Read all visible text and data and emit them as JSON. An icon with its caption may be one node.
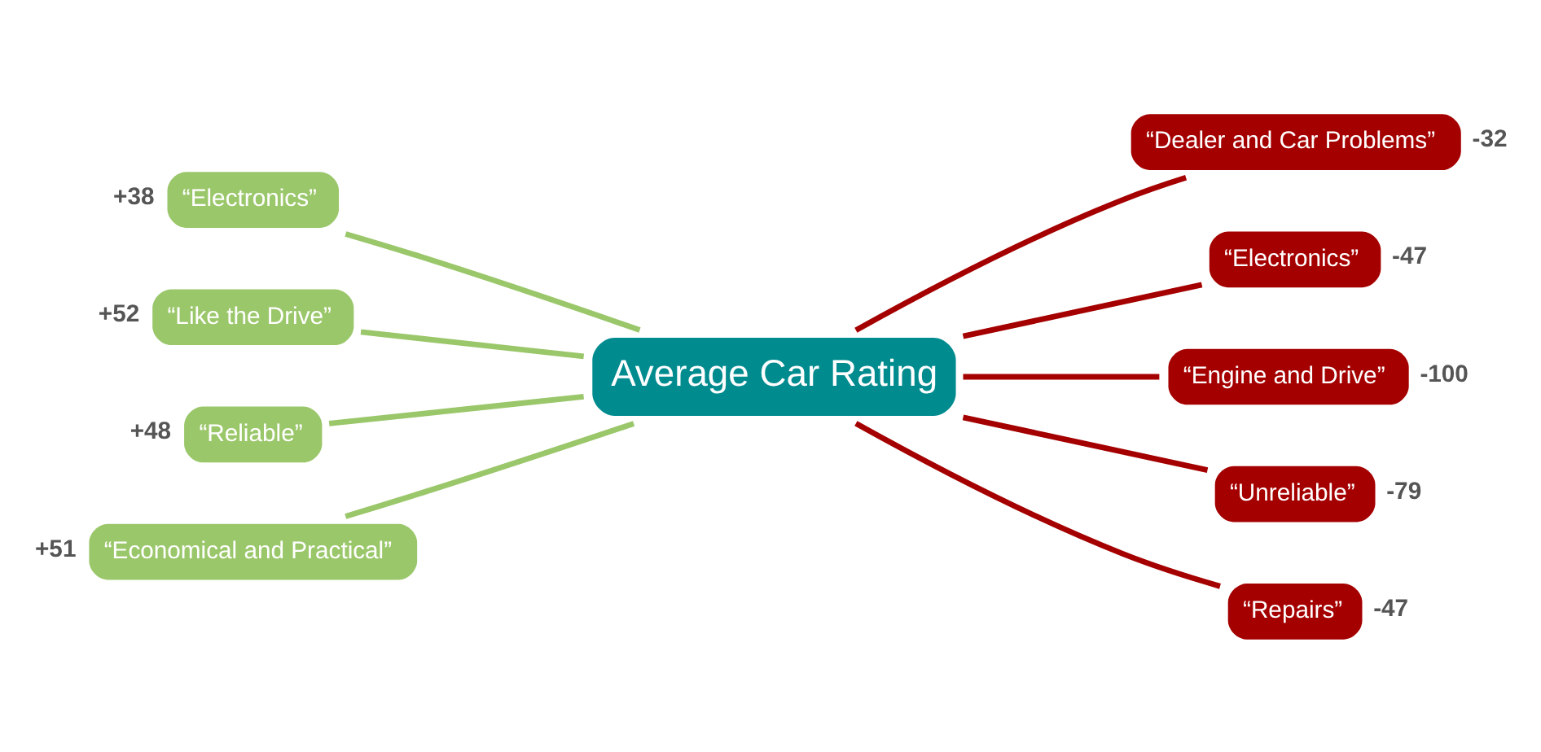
{
  "diagram": {
    "nodes": [
      {
        "text": [
          "Average Car Rating"
        ]
      },
      {
        "text": [
          "“Electronics”"
        ],
        "beside": [
          "+38"
        ]
      },
      {
        "text": [
          "“Like the Drive”"
        ],
        "beside": [
          "+52"
        ]
      },
      {
        "text": [
          "“Reliable”"
        ],
        "beside": [
          "+48"
        ]
      },
      {
        "text": [
          "“Economical and Practical”"
        ],
        "beside": [
          "+51"
        ]
      },
      {
        "text": [
          "“Dealer and Car Problems”"
        ],
        "beside": [
          "-32"
        ]
      },
      {
        "text": [
          "“Electronics”"
        ],
        "beside": [
          "-47"
        ]
      },
      {
        "text": [
          "“Engine and Drive”"
        ],
        "beside": [
          "-100"
        ]
      },
      {
        "text": [
          "“Unreliable”"
        ],
        "beside": [
          "-79"
        ]
      },
      {
        "text": [
          "“Repairs”"
        ],
        "beside": [
          "-47"
        ]
      }
    ],
    "edges": [
      {
        "from": 1,
        "to": 0,
        "arrow": "none",
        "color": "#9bc76b"
      },
      {
        "from": 2,
        "to": 0,
        "arrow": "none",
        "color": "#9bc76b"
      },
      {
        "from": 3,
        "to": 0,
        "arrow": "none",
        "color": "#9bc76b"
      },
      {
        "from": 4,
        "to": 0,
        "arrow": "none",
        "color": "#9bc76b"
      },
      {
        "from": 0,
        "to": 5,
        "arrow": "none"
      },
      {
        "from": 0,
        "to": 6,
        "arrow": "none"
      },
      {
        "from": 0,
        "to": 7,
        "arrow": "none"
      },
      {
        "from": 0,
        "to": 8,
        "arrow": "none"
      },
      {
        "from": 0,
        "to": 9,
        "arrow": "none"
      }
    ]
  }
}
